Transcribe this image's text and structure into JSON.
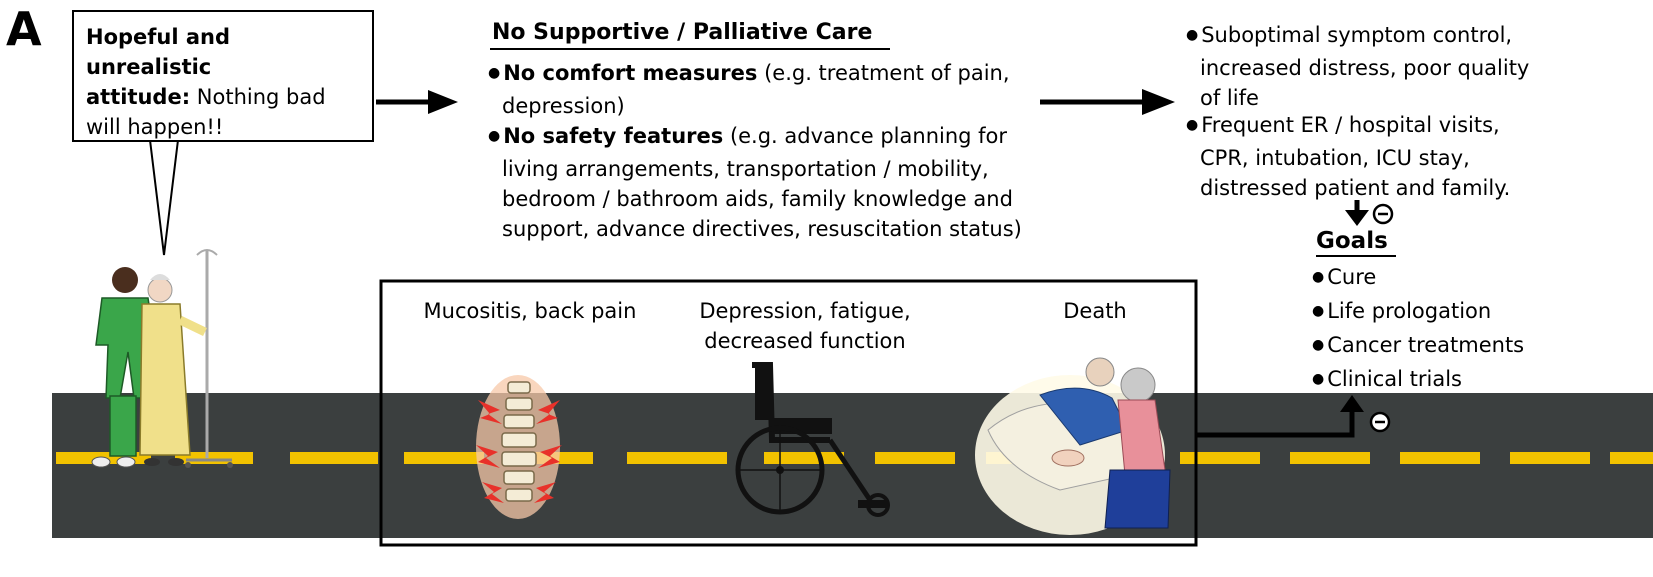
{
  "panel_letter": "A",
  "speech_bubble": {
    "bold": "Hopeful and unrealistic attitude:",
    "lines": [
      "Hopeful and unrealistic",
      "attitude:",
      "Nothing bad",
      "will happen!!"
    ]
  },
  "center": {
    "title": "No Supportive / Palliative Care",
    "bullets": [
      {
        "bold": "No comfort measures",
        "lines": [
          " (e.g. treatment of pain,",
          "depression)"
        ]
      },
      {
        "bold": "No safety features",
        "lines": [
          " (e.g. advance planning for",
          "living arrangements, transportation / mobility,",
          "bedroom / bathroom aids, family knowledge and",
          "support, advance directives, resuscitation status)"
        ]
      }
    ]
  },
  "outcomes": [
    {
      "lines": [
        "Suboptimal symptom control,",
        "increased distress, poor quality",
        "of life"
      ]
    },
    {
      "lines": [
        "Frequent ER / hospital visits,",
        "CPR, intubation, ICU stay,",
        "distressed patient and family."
      ]
    }
  ],
  "goals": {
    "title": "Goals",
    "items": [
      "Cure",
      "Life prologation",
      "Cancer treatments",
      "Clinical trials"
    ]
  },
  "road_events": [
    "Mucositis, back pain",
    "Depression, fatigue,",
    "decreased function",
    "Death"
  ],
  "colors": {
    "road": "#3b3f3f",
    "lane": "#f2c200",
    "scrubs": "#3aa64a",
    "gown": "#f0e08a",
    "blanket": "#2f5fb0"
  }
}
